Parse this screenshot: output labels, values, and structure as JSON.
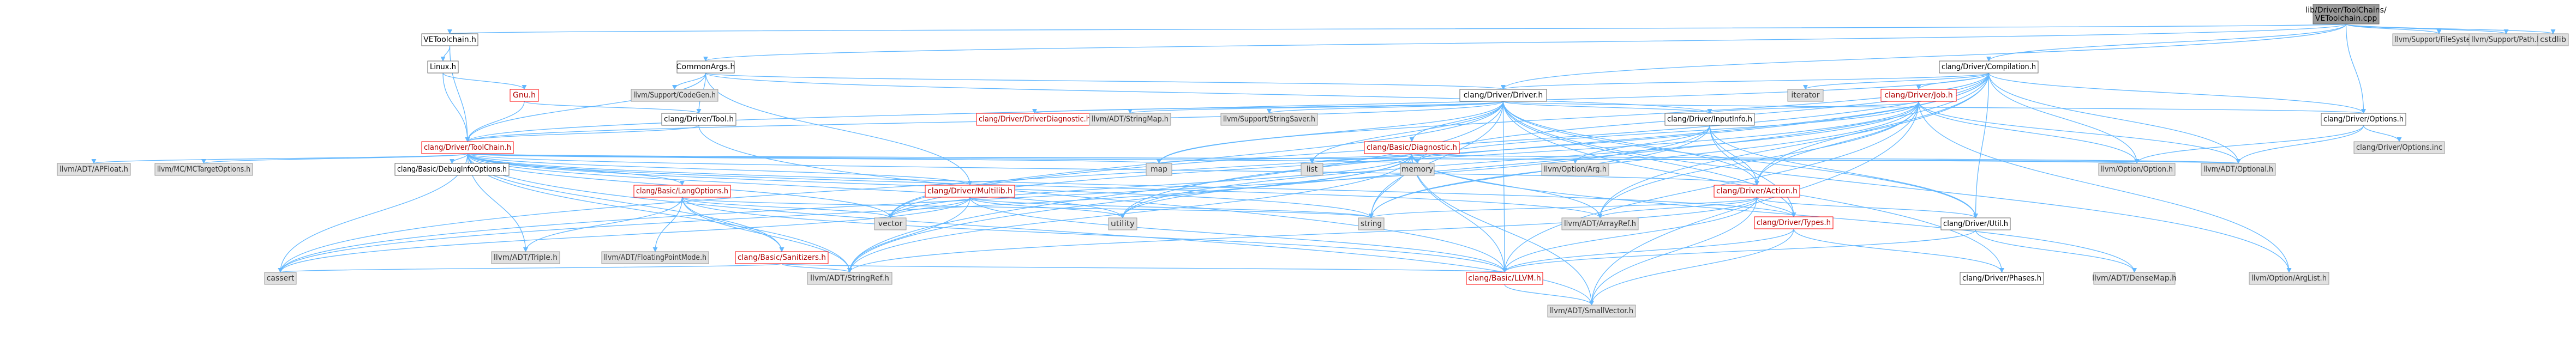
{
  "colors": {
    "edge": "#63b8ff",
    "root_fill": "#999999",
    "node_fill": "#ffffff",
    "node_border": "#666666",
    "truncated_border": "#ff0000",
    "external_fill": "#e0e0e0",
    "external_border": "#999999"
  },
  "nodes": [
    {
      "id": "root",
      "label": "lib/Driver/ToolChains/VEToolchain.cpp",
      "kind": "root"
    },
    {
      "id": "vetoolchain_h",
      "label": "VEToolchain.h",
      "kind": "normal"
    },
    {
      "id": "commonargs_h",
      "label": "CommonArgs.h",
      "kind": "normal"
    },
    {
      "id": "compilation_h",
      "label": "clang/Driver/Compilation.h",
      "kind": "normal"
    },
    {
      "id": "filesystem_h",
      "label": "llvm/Support/FileSystem.h",
      "kind": "ext"
    },
    {
      "id": "path_h",
      "label": "llvm/Support/Path.h",
      "kind": "ext"
    },
    {
      "id": "cstdlib",
      "label": "cstdlib",
      "kind": "ext"
    },
    {
      "id": "linux_h",
      "label": "Linux.h",
      "kind": "normal"
    },
    {
      "id": "gnu_h",
      "label": "Gnu.h",
      "kind": "trunc"
    },
    {
      "id": "codegen_h",
      "label": "llvm/Support/CodeGen.h",
      "kind": "ext"
    },
    {
      "id": "iterator",
      "label": "iterator",
      "kind": "ext"
    },
    {
      "id": "driver_h",
      "label": "clang/Driver/Driver.h",
      "kind": "normal"
    },
    {
      "id": "job_h",
      "label": "clang/Driver/Job.h",
      "kind": "trunc"
    },
    {
      "id": "options_h",
      "label": "clang/Driver/Options.h",
      "kind": "normal"
    },
    {
      "id": "tool_h",
      "label": "clang/Driver/Tool.h",
      "kind": "normal"
    },
    {
      "id": "toolchain_h",
      "label": "clang/Driver/ToolChain.h",
      "kind": "trunc"
    },
    {
      "id": "driverdiag_h",
      "label": "clang/Driver/DriverDiagnostic.h",
      "kind": "trunc"
    },
    {
      "id": "stringmap_h",
      "label": "llvm/ADT/StringMap.h",
      "kind": "ext"
    },
    {
      "id": "stringsaver_h",
      "label": "llvm/Support/StringSaver.h",
      "kind": "ext"
    },
    {
      "id": "inputinfo_h",
      "label": "clang/Driver/InputInfo.h",
      "kind": "normal"
    },
    {
      "id": "options_inc",
      "label": "clang/Driver/Options.inc",
      "kind": "ext"
    },
    {
      "id": "basicdiag_h",
      "label": "clang/Basic/Diagnostic.h",
      "kind": "trunc"
    },
    {
      "id": "apfloat_h",
      "label": "llvm/ADT/APFloat.h",
      "kind": "ext"
    },
    {
      "id": "mctarget_h",
      "label": "llvm/MC/MCTargetOptions.h",
      "kind": "ext"
    },
    {
      "id": "debuginfo_h",
      "label": "clang/Basic/DebugInfoOptions.h",
      "kind": "normal"
    },
    {
      "id": "langopts_h",
      "label": "clang/Basic/LangOptions.h",
      "kind": "trunc"
    },
    {
      "id": "multilib_h",
      "label": "clang/Driver/Multilib.h",
      "kind": "trunc"
    },
    {
      "id": "map",
      "label": "map",
      "kind": "ext"
    },
    {
      "id": "list",
      "label": "list",
      "kind": "ext"
    },
    {
      "id": "memory",
      "label": "memory",
      "kind": "ext"
    },
    {
      "id": "optarg_h",
      "label": "llvm/Option/Arg.h",
      "kind": "ext"
    },
    {
      "id": "action_h",
      "label": "clang/Driver/Action.h",
      "kind": "trunc"
    },
    {
      "id": "option_h",
      "label": "llvm/Option/Option.h",
      "kind": "ext"
    },
    {
      "id": "optional_h",
      "label": "llvm/ADT/Optional.h",
      "kind": "ext"
    },
    {
      "id": "fpmode_h",
      "label": "llvm/ADT/FloatingPointMode.h",
      "kind": "ext"
    },
    {
      "id": "triple_h",
      "label": "llvm/ADT/Triple.h",
      "kind": "ext"
    },
    {
      "id": "sanitizers_h",
      "label": "clang/Basic/Sanitizers.h",
      "kind": "trunc"
    },
    {
      "id": "vector",
      "label": "vector",
      "kind": "ext"
    },
    {
      "id": "utility",
      "label": "utility",
      "kind": "ext"
    },
    {
      "id": "string",
      "label": "string",
      "kind": "ext"
    },
    {
      "id": "arrayref_h",
      "label": "llvm/ADT/ArrayRef.h",
      "kind": "ext"
    },
    {
      "id": "types_h",
      "label": "clang/Driver/Types.h",
      "kind": "trunc"
    },
    {
      "id": "util_h",
      "label": "clang/Driver/Util.h",
      "kind": "normal"
    },
    {
      "id": "cassert",
      "label": "cassert",
      "kind": "ext"
    },
    {
      "id": "stringref_h",
      "label": "llvm/ADT/StringRef.h",
      "kind": "ext"
    },
    {
      "id": "llvm_h",
      "label": "clang/Basic/LLVM.h",
      "kind": "trunc"
    },
    {
      "id": "phases_h",
      "label": "clang/Driver/Phases.h",
      "kind": "normal"
    },
    {
      "id": "densemap_h",
      "label": "llvm/ADT/DenseMap.h",
      "kind": "ext"
    },
    {
      "id": "arglist_h",
      "label": "llvm/Option/ArgList.h",
      "kind": "ext"
    },
    {
      "id": "smallvector_h",
      "label": "llvm/ADT/SmallVector.h",
      "kind": "ext"
    }
  ]
}
